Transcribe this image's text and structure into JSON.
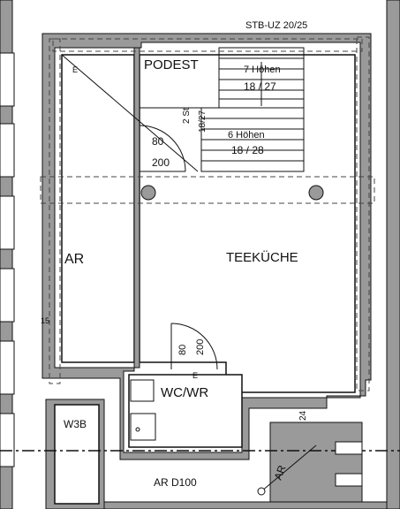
{
  "rooms": {
    "podest": "PODEST",
    "ar_left": "AR",
    "teekueche": "TEEKÜCHE",
    "wc": "WC/WR",
    "w3b": "W3B",
    "ar_door": "AR D100",
    "ar_bottom": "AR"
  },
  "stairs": {
    "upper_count": "7 Höhen",
    "upper_ratio": "18 / 27",
    "lower_count": "6 Höhen",
    "lower_ratio": "18 / 28",
    "steps_label": "2 St",
    "steps_ratio": "18/27"
  },
  "doors": {
    "left_w": "80",
    "left_h": "200",
    "right_w": "80",
    "right_h": "200",
    "e_top": "E",
    "e_right": "E"
  },
  "annotations": {
    "stb": "STB-UZ 20/25",
    "dim_15": "15",
    "dim_24": "24"
  },
  "colors": {
    "wall": "#9a9a9a",
    "wall_edge": "#111111",
    "dash": "#444444"
  }
}
